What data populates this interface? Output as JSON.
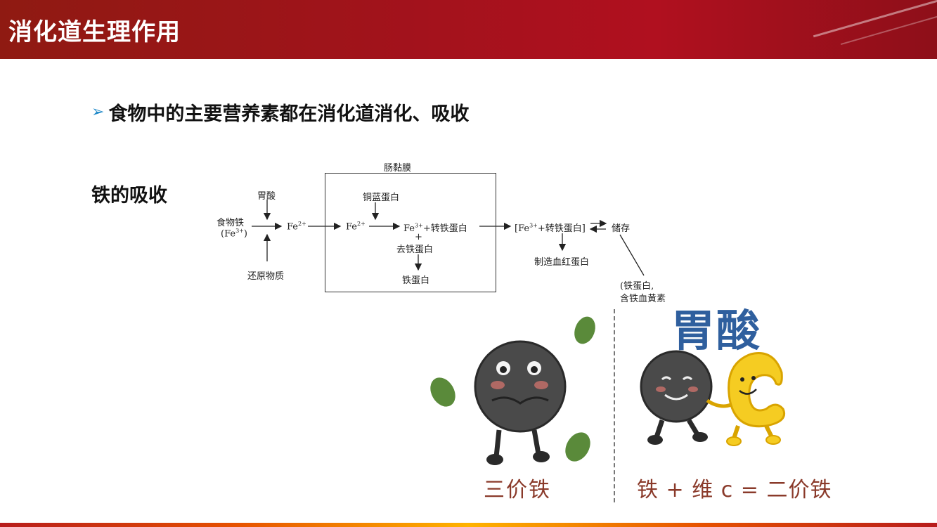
{
  "header": {
    "title": "消化道生理作用"
  },
  "bullet": {
    "arrow": "➢",
    "text": "食物中的主要营养素都在消化道消化、吸收"
  },
  "section": {
    "label": "铁的吸收"
  },
  "diagram": {
    "mucosa_label": "肠黏膜",
    "gastric_acid": "胃酸",
    "food_iron": "食物铁",
    "food_iron_formula": "(Fe",
    "food_iron_sup": "3+",
    "food_iron_close": ")",
    "reducing": "还原物质",
    "fe2_a": "Fe",
    "fe2_a_sup": "2+",
    "fe2_b": "Fe",
    "fe2_b_sup": "2+",
    "ceruloplasmin": "铜蓝蛋白",
    "fe3_transferrin": "Fe",
    "fe3_sup": "3+",
    "transferrin_suffix": "+转铁蛋白",
    "plus": "+",
    "apoferritin": "去铁蛋白",
    "ferritin": "铁蛋白",
    "blood_complex_open": "[Fe",
    "blood_complex_sup": "3+",
    "blood_complex_suffix": "+转铁蛋白]",
    "storage": "储存",
    "hemoglobin": "制造血红蛋白",
    "storage_note_1": "(铁蛋白,",
    "storage_note_2": "含铁血黄素"
  },
  "cartoon": {
    "big_label": "胃酸",
    "left_caption": "三价铁",
    "right_caption": "铁 + 维 c = 二价铁"
  },
  "colors": {
    "header": "#a3121c",
    "accent_arrow": "#1e88c8",
    "acid_text": "#2f5f9e",
    "caption": "#8a3a2a"
  }
}
